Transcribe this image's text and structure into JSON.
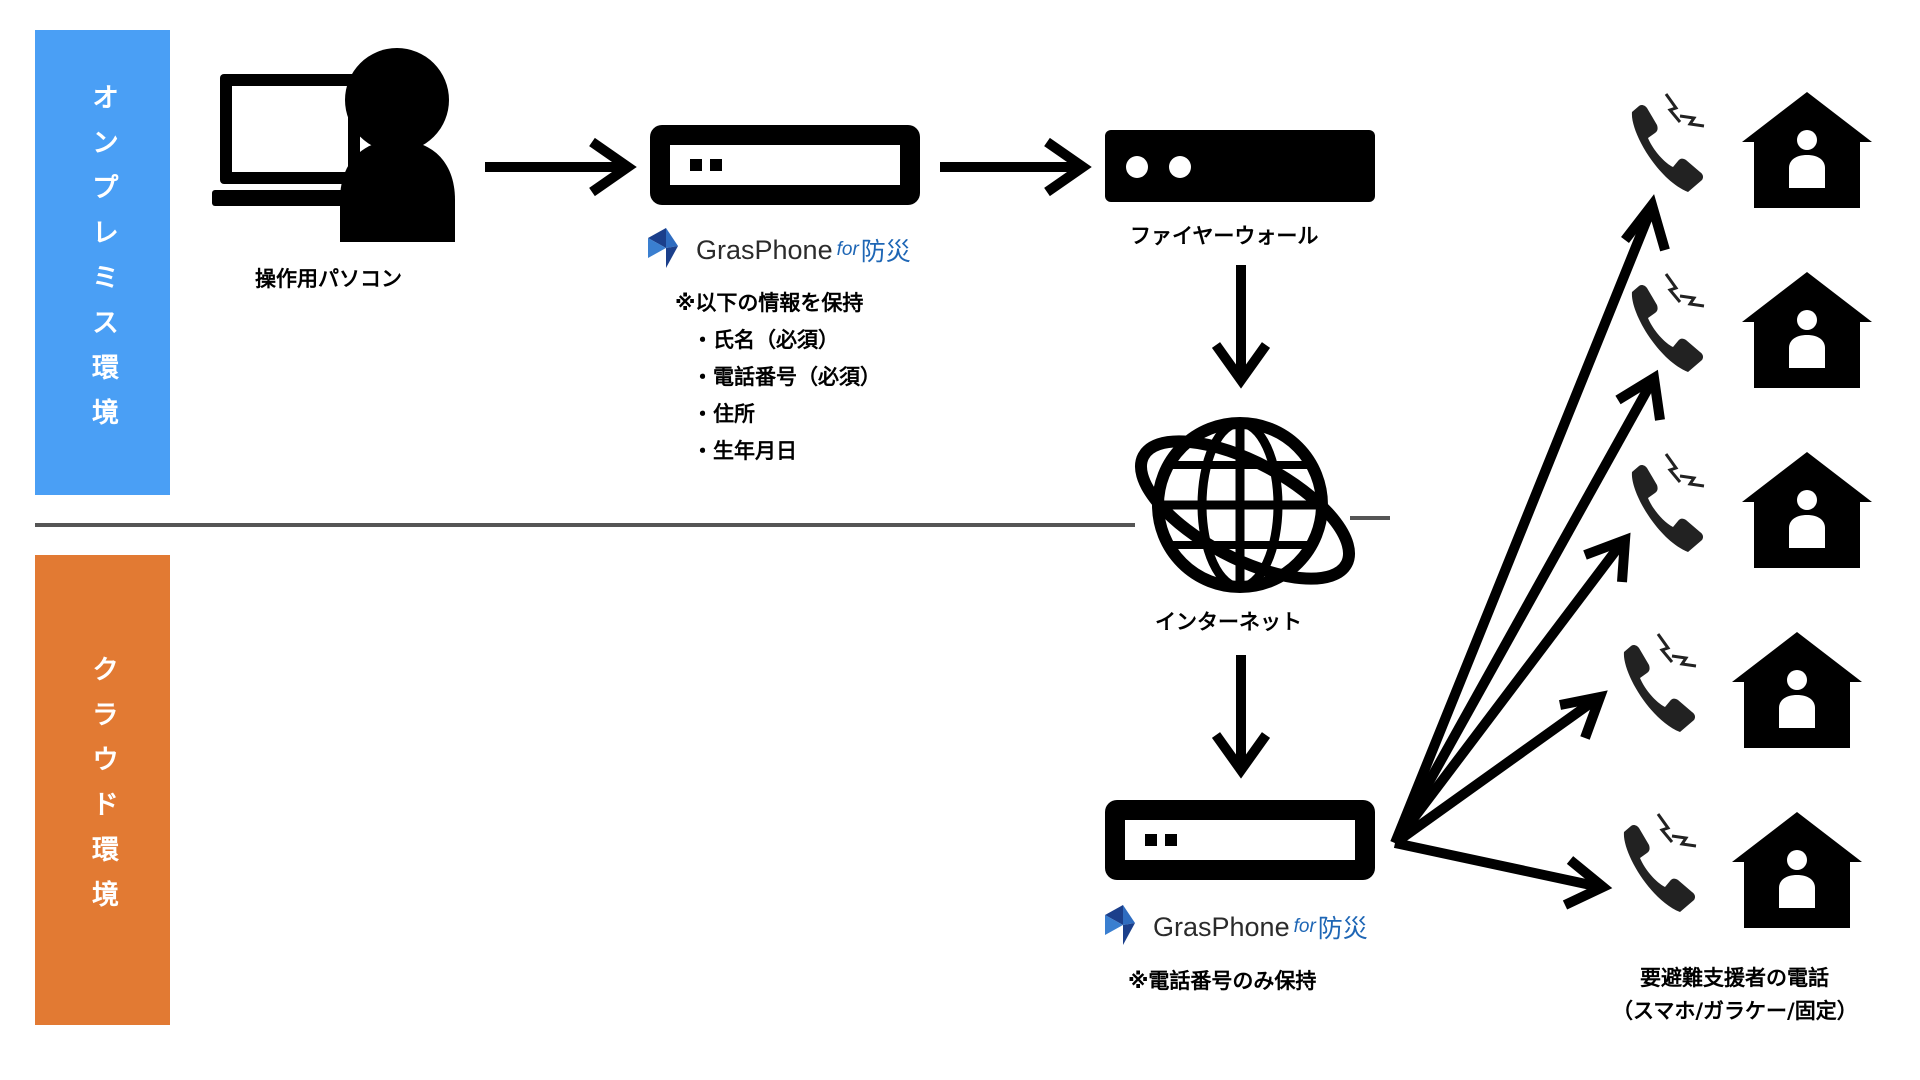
{
  "zones": {
    "on_premise": {
      "label": "オンプレミス環境",
      "color": "#4a9ff5"
    },
    "cloud": {
      "label": "クラウド環境",
      "color": "#e27a33"
    }
  },
  "nodes": {
    "operator_pc": {
      "label": "操作用パソコン",
      "icon": "laptop-user-icon"
    },
    "server_onprem": {
      "logo_brand": "GrasPhone",
      "logo_for": "for",
      "logo_product": "防災",
      "note": "※以下の情報を保持",
      "info_items": [
        "・氏名（必須）",
        "・電話番号（必須）",
        "・住所",
        "・生年月日"
      ],
      "icon": "server-icon"
    },
    "firewall": {
      "label": "ファイヤーウォール",
      "icon": "firewall-icon"
    },
    "internet": {
      "label": "インターネット",
      "icon": "globe-icon"
    },
    "server_cloud": {
      "logo_brand": "GrasPhone",
      "logo_for": "for",
      "logo_product": "防災",
      "note": "※電話番号のみ保持",
      "icon": "server-icon"
    },
    "recipients": {
      "label_line1": "要避難支援者の電話",
      "label_line2": "（スマホ/ガラケー/固定）",
      "count": 5,
      "icons": [
        "ringing-phone-icon",
        "house-person-icon"
      ]
    }
  },
  "colors": {
    "logo_blue": "#1e66b5",
    "logo_dark_blue": "#1b3f8b",
    "divider": "#555555"
  }
}
